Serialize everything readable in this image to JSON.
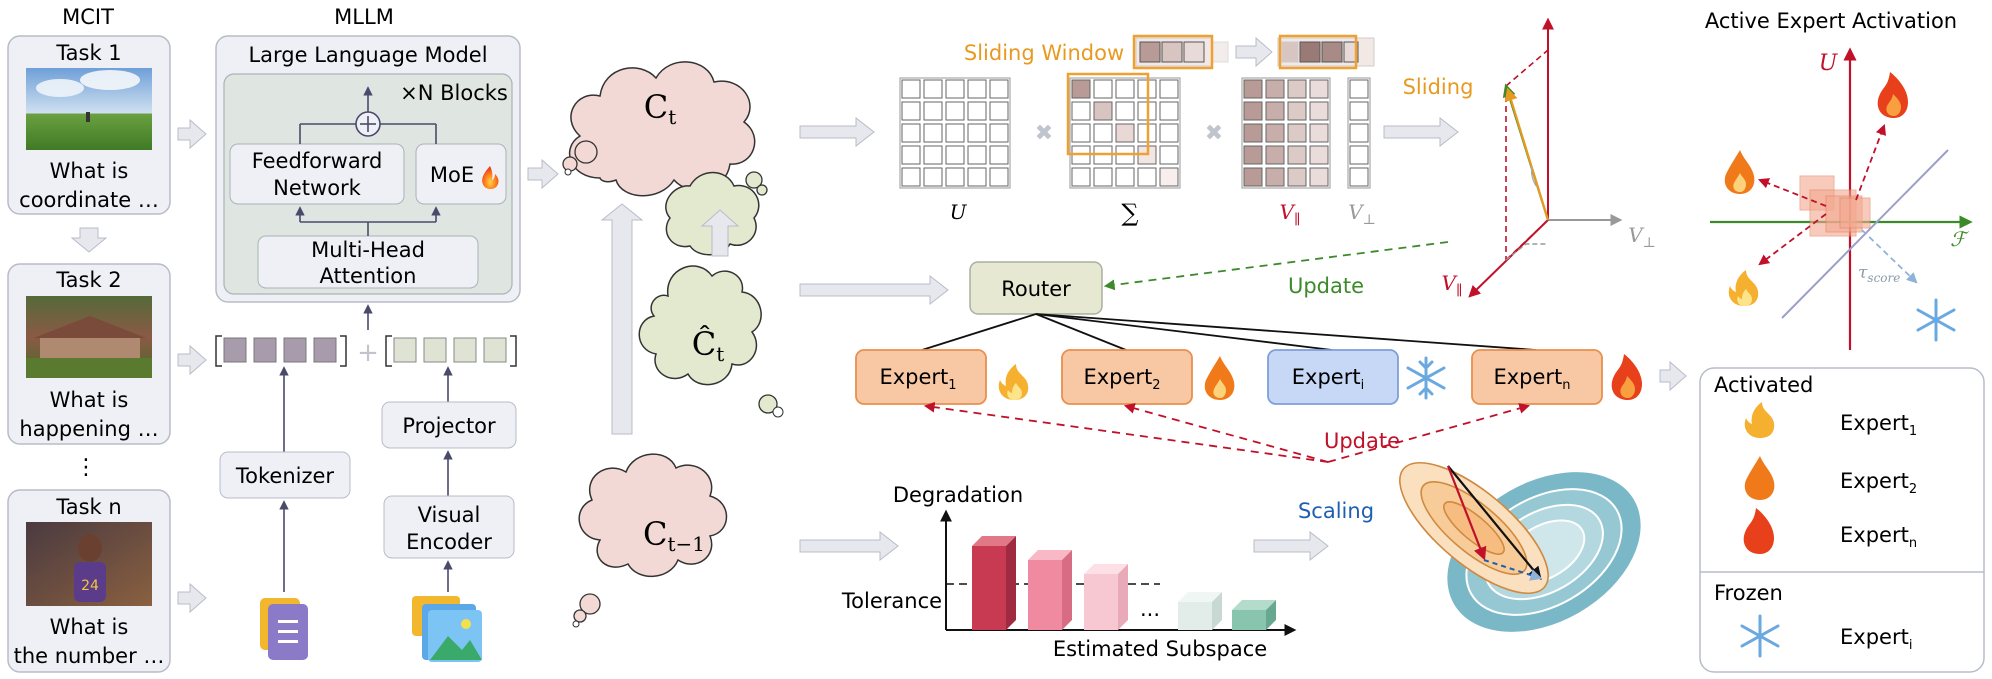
{
  "column_titles": {
    "mcit": "MCIT",
    "mllm": "MLLM",
    "active": "Active Expert Activation"
  },
  "tasks": [
    {
      "title": "Task 1",
      "question_line1": "What is",
      "question_line2": "coordinate …"
    },
    {
      "title": "Task 2",
      "question_line1": "What is",
      "question_line2": "happening …"
    },
    {
      "title": "Task n",
      "question_line1": "What is",
      "question_line2": "the number …"
    }
  ],
  "task_ellipsis": "⋮",
  "llm": {
    "title": "Large Language Model",
    "blocks": "×N Blocks",
    "ffn_line1": "Feedforward",
    "ffn_line2": "Network",
    "moe": "MoE",
    "mha_line1": "Multi-Head",
    "mha_line2": "Attention",
    "plus": "⊕"
  },
  "tokenizer": "Tokenizer",
  "projector": "Projector",
  "encoder_line1": "Visual",
  "encoder_line2": "Encoder",
  "token_plus": "+",
  "clouds": {
    "ct": "C",
    "ct_sub": "t",
    "chat": "Ĉ",
    "chat_sub": "t",
    "ctm1": "C",
    "ctm1_sub": "t−1"
  },
  "svd": {
    "sliding_window": "Sliding Window",
    "u": "U",
    "sigma": "∑",
    "v_par": "V",
    "v_par_sub": "∥",
    "v_perp": "V",
    "v_perp_sub": "⊥",
    "times": "✖",
    "sliding": "Sliding"
  },
  "axes3d": {
    "v_par": "V",
    "v_par_sub": "∥",
    "v_perp": "V",
    "v_perp_sub": "⊥"
  },
  "router": "Router",
  "update_green": "Update",
  "update_red": "Update",
  "experts": [
    {
      "name": "Expert",
      "sub": "1",
      "state": "active"
    },
    {
      "name": "Expert",
      "sub": "2",
      "state": "active"
    },
    {
      "name": "Expert",
      "sub": "i",
      "state": "frozen"
    },
    {
      "name": "Expert",
      "sub": "n",
      "state": "active"
    }
  ],
  "degradation": {
    "ylabel": "Degradation",
    "tolerance": "Tolerance",
    "xlabel": "Estimated Subspace",
    "ellipsis": "..."
  },
  "scaling": "Scaling",
  "activation_plot": {
    "u_label": "U",
    "f_label": "ℱ",
    "tau": "τ",
    "tau_sub": "score"
  },
  "legend": {
    "activated_title": "Activated",
    "activated": [
      {
        "name": "Expert",
        "sub": "1"
      },
      {
        "name": "Expert",
        "sub": "2"
      },
      {
        "name": "Expert",
        "sub": "n"
      }
    ],
    "frozen_title": "Frozen",
    "frozen": [
      {
        "name": "Expert",
        "sub": "i"
      }
    ]
  },
  "colors": {
    "expert_active_fill": "#f8c8a4",
    "expert_active_stroke": "#e8904f",
    "expert_frozen_fill": "#c7d8f6",
    "expert_frozen_stroke": "#7f9fd8",
    "router_fill": "#e6e8d2",
    "cloud_pink": "#f3d9d6",
    "cloud_green": "#e3e9cf",
    "orange": "#f0a030",
    "red": "#c0102a",
    "green": "#3d8a2a",
    "blue": "#1f5fb0"
  }
}
